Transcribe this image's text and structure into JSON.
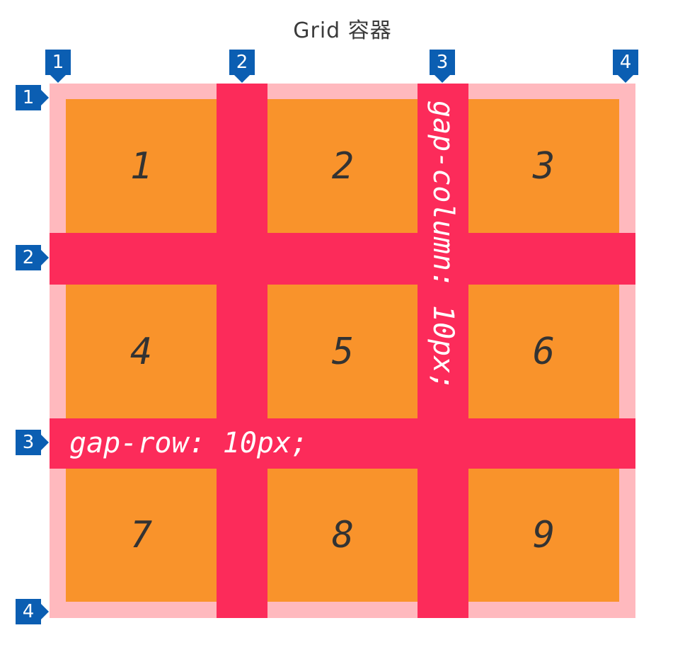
{
  "title": "Grid 容器",
  "grid": {
    "cells": [
      "1",
      "2",
      "3",
      "4",
      "5",
      "6",
      "7",
      "8",
      "9"
    ],
    "gap_row_label": "gap-row: 10px;",
    "gap_column_label": "gap-column: 10px;"
  },
  "line_markers": {
    "columns": [
      "1",
      "2",
      "3",
      "4"
    ],
    "rows": [
      "1",
      "2",
      "3",
      "4"
    ]
  },
  "colors": {
    "container_pink": "#ffb9be",
    "gap_crimson": "#fc2b5a",
    "cell_orange": "#f9932b",
    "marker_blue": "#0b5eb2",
    "cell_number_dark": "#333333",
    "title_gray": "#3b3b3b",
    "label_white": "#ffffff"
  }
}
